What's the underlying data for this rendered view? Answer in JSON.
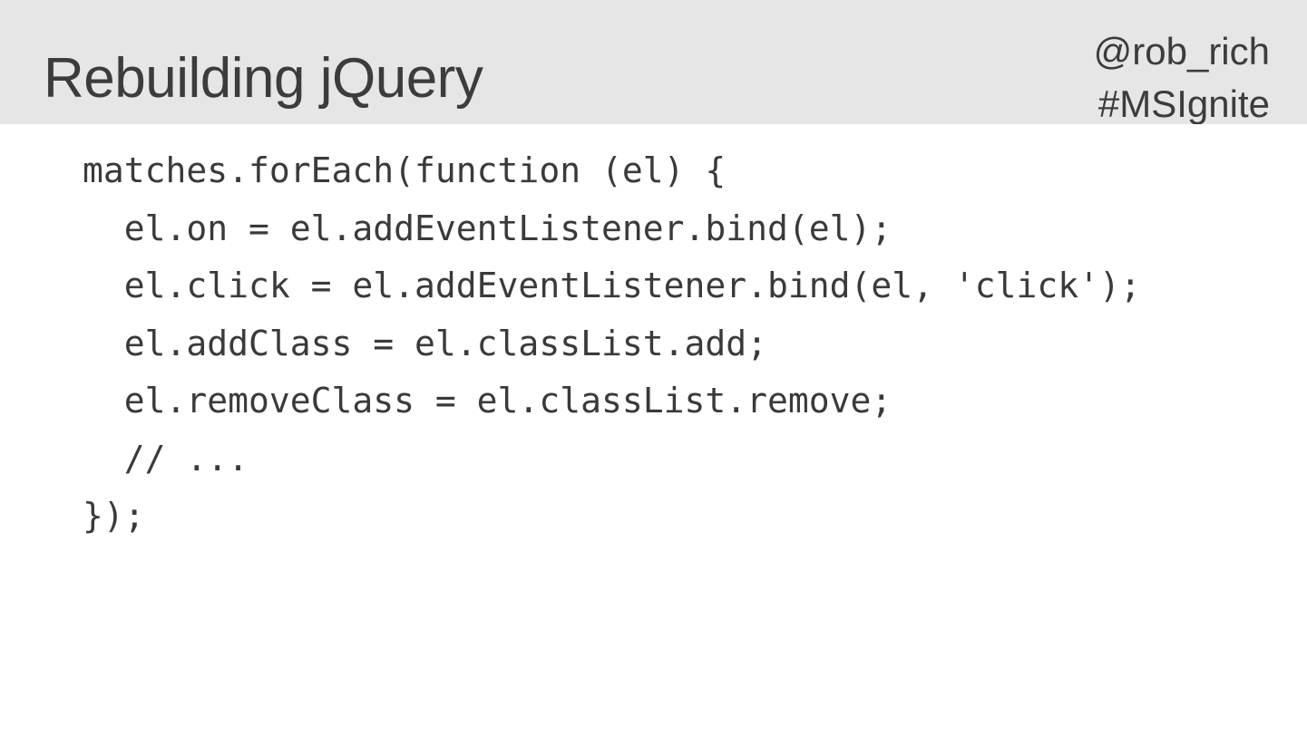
{
  "slide": {
    "title": "Rebuilding jQuery",
    "presenter": {
      "handle": "@rob_rich",
      "hashtag": "#MSIgnite"
    },
    "colors": {
      "header_background": "#e6e6e6",
      "body_background": "#ffffff",
      "title_text": "#3c3c3c",
      "code_text": "#3a3a3a"
    },
    "code": {
      "language": "javascript",
      "lines": [
        "matches.forEach(function (el) {",
        "  el.on = el.addEventListener.bind(el);",
        "  el.click = el.addEventListener.bind(el, 'click');",
        "  el.addClass = el.classList.add;",
        "  el.removeClass = el.classList.remove;",
        "  // ...",
        "});"
      ]
    }
  }
}
